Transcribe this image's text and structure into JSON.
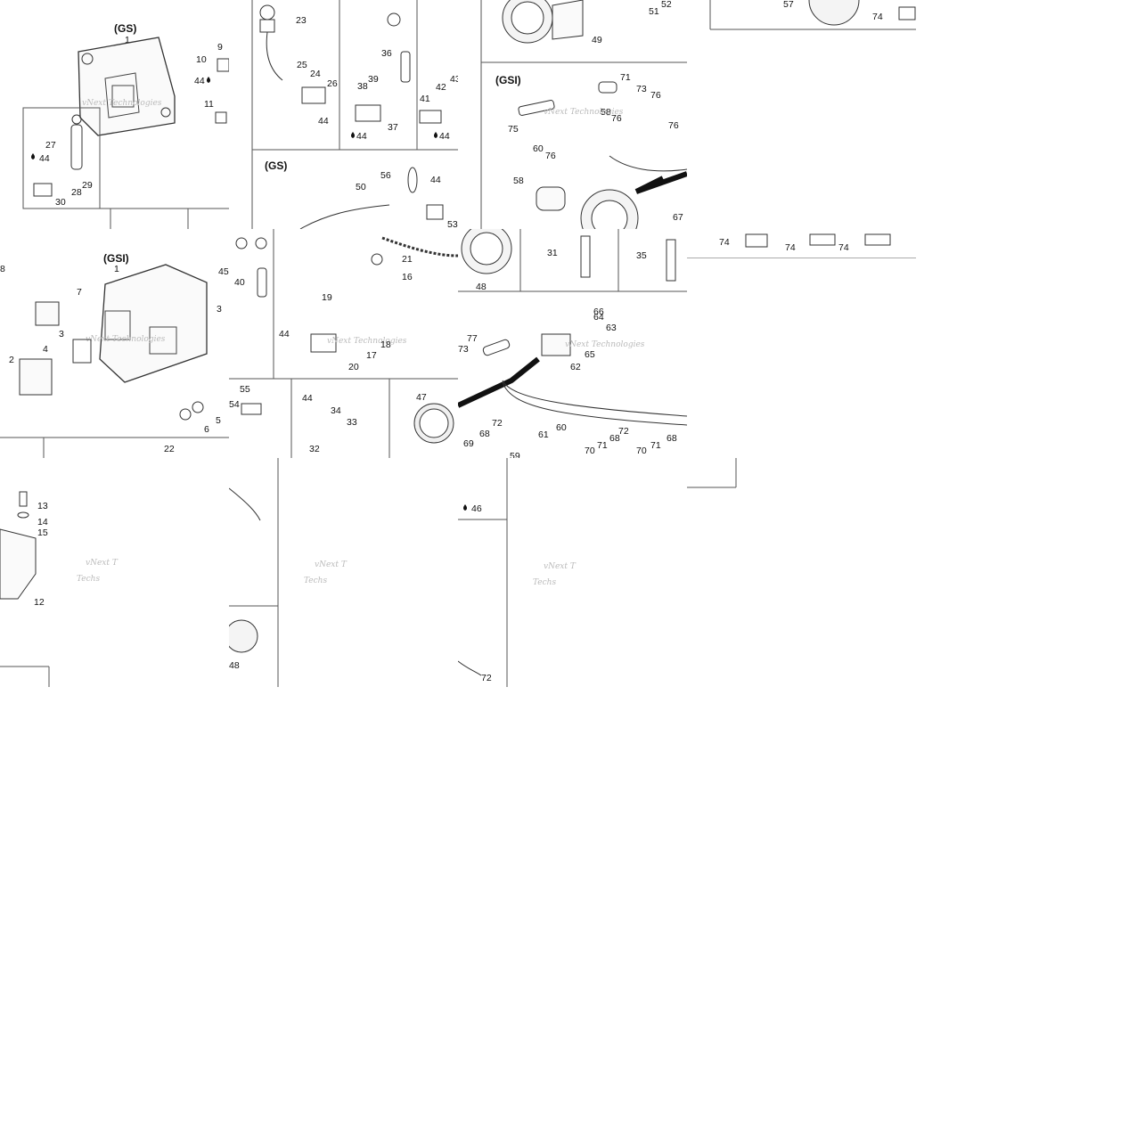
{
  "diagram": {
    "headers": {
      "gs": "(GS)",
      "gsi": "(GSI)"
    },
    "watermark": {
      "line1": "vNext Technologies",
      "short": "vNext T",
      "techs": "Techs"
    },
    "callouts": {
      "c1": "1",
      "c2": "2",
      "c3": "3",
      "c4": "4",
      "c5": "5",
      "c6": "6",
      "c7": "7",
      "c8": "8",
      "c9": "9",
      "c10": "10",
      "c11": "11",
      "c12": "12",
      "c13": "13",
      "c14": "14",
      "c15": "15",
      "c16": "16",
      "c17": "17",
      "c18": "18",
      "c19": "19",
      "c20": "20",
      "c21": "21",
      "c22": "22",
      "c23": "23",
      "c24": "24",
      "c25": "25",
      "c26": "26",
      "c27": "27",
      "c28": "28",
      "c29": "29",
      "c30": "30",
      "c31": "31",
      "c32": "32",
      "c33": "33",
      "c34": "34",
      "c35": "35",
      "c36": "36",
      "c37": "37",
      "c38": "38",
      "c39": "39",
      "c40": "40",
      "c41": "41",
      "c42": "42",
      "c43": "43",
      "c44": "44",
      "c45": "45",
      "c46": "46",
      "c47": "47",
      "c48": "48",
      "c49": "49",
      "c50": "50",
      "c51": "51",
      "c52": "52",
      "c53": "53",
      "c54": "54",
      "c55": "55",
      "c56": "56",
      "c57": "57",
      "c58": "58",
      "c59": "59",
      "c60": "60",
      "c61": "61",
      "c62": "62",
      "c63": "63",
      "c64": "64",
      "c65": "65",
      "c66": "66",
      "c67": "67",
      "c68": "68",
      "c69": "69",
      "c70": "70",
      "c71": "71",
      "c72": "72",
      "c73": "73",
      "c74": "74",
      "c75": "75",
      "c76": "76",
      "c77": "77"
    }
  }
}
